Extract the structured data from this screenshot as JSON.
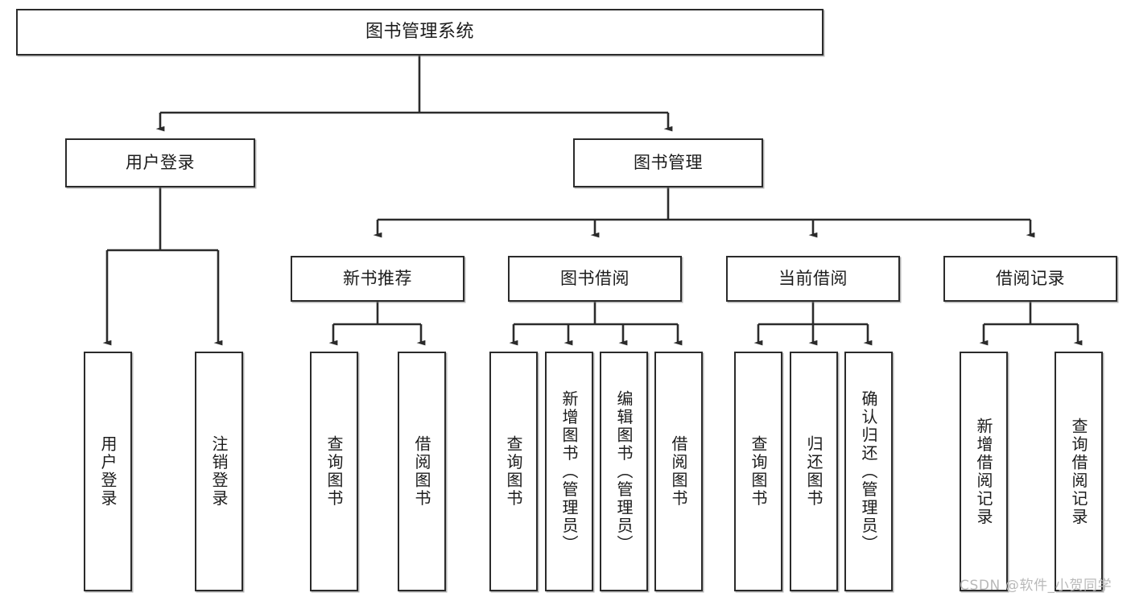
{
  "diagram": {
    "type": "tree-hierarchy",
    "title": "图书管理系统",
    "watermark": "CSDN @软件_小贺同学",
    "nodes": {
      "root": {
        "label": "图书管理系统"
      },
      "level2": [
        {
          "label": "用户登录"
        },
        {
          "label": "图书管理"
        }
      ],
      "level3": [
        {
          "label": "新书推荐"
        },
        {
          "label": "图书借阅"
        },
        {
          "label": "当前借阅"
        },
        {
          "label": "借阅记录"
        }
      ],
      "leaves_user_login": [
        {
          "label": "用户登录"
        },
        {
          "label": "注销登录"
        }
      ],
      "leaves_new_book": [
        {
          "label": "查询图书"
        },
        {
          "label": "借阅图书"
        }
      ],
      "leaves_borrow": [
        {
          "label": "查询图书"
        },
        {
          "label": "新增图书（管理员）"
        },
        {
          "label": "编辑图书（管理员）"
        },
        {
          "label": "借阅图书"
        }
      ],
      "leaves_current": [
        {
          "label": "查询图书"
        },
        {
          "label": "归还图书"
        },
        {
          "label": "确认归还（管理员）"
        }
      ],
      "leaves_records": [
        {
          "label": "新增借阅记录"
        },
        {
          "label": "查询借阅记录"
        }
      ]
    },
    "colors": {
      "border": "#2b2b2b",
      "background": "#ffffff",
      "text": "#1c1c1c",
      "watermark": "#b9b9b9"
    }
  }
}
